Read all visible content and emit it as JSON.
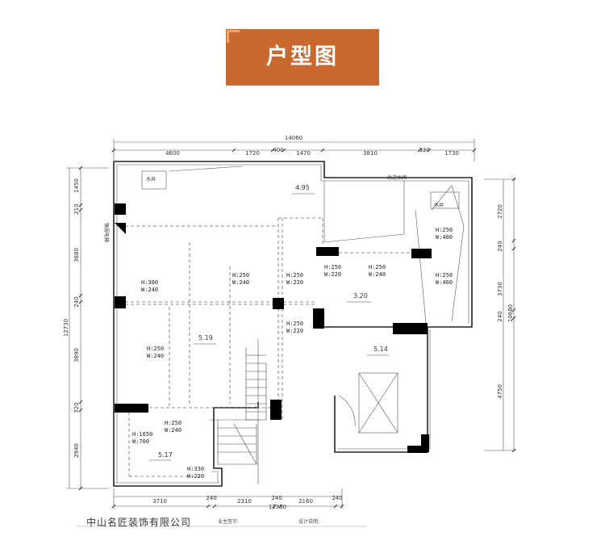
{
  "header": {
    "title": "户型图",
    "accent_color": "#c9692f",
    "corner_color": "#e9a76e"
  },
  "dimensions": {
    "top_total": "14060",
    "top_segments": [
      "4600",
      "1720",
      "400",
      "1470",
      "3810",
      "330",
      "1730"
    ],
    "bottom_total": "12350",
    "bottom_segments": [
      "3710",
      "240",
      "2310",
      "240",
      "2160",
      "240"
    ],
    "left_total": "12730",
    "left_segments": [
      "1450",
      "210",
      "3880",
      "240",
      "3890",
      "320",
      "2940"
    ],
    "right_total": "10680",
    "right_segments": [
      "2720",
      "240",
      "3730",
      "240",
      "4750"
    ]
  },
  "rooms": {
    "shaft_left": "水井",
    "shaft_right": "水井",
    "elevation_top": "4.95",
    "elevation_center_right": "3.20",
    "elevation_left": "5.19",
    "elevation_lower_right": "5.14",
    "elevation_bottom_left": "5.17",
    "note_top_right": "总进水阀",
    "note_left_wall": "强弱电箱"
  },
  "openings": [
    {
      "h": "H:300",
      "w": "W:240"
    },
    {
      "h": "H:250",
      "w": "W:240"
    },
    {
      "h": "H:250",
      "w": "W:220"
    },
    {
      "h": "H:250",
      "w": "W:220"
    },
    {
      "h": "H:250",
      "w": "W:240"
    },
    {
      "h": "H:250",
      "w": "W:400"
    },
    {
      "h": "H:250",
      "w": "W:400"
    },
    {
      "h": "H:250",
      "w": "W:220"
    },
    {
      "h": "H:250",
      "w": "W:240"
    },
    {
      "h": "H:250",
      "w": "W:240"
    },
    {
      "h": "H:1650",
      "w": "W:700"
    },
    {
      "h": "H:330",
      "w": "W:220"
    }
  ],
  "footer": {
    "company": "中山名匠装饰有限公司",
    "owner_sign": "业主签字:",
    "designer_sign": "设计说明:"
  }
}
